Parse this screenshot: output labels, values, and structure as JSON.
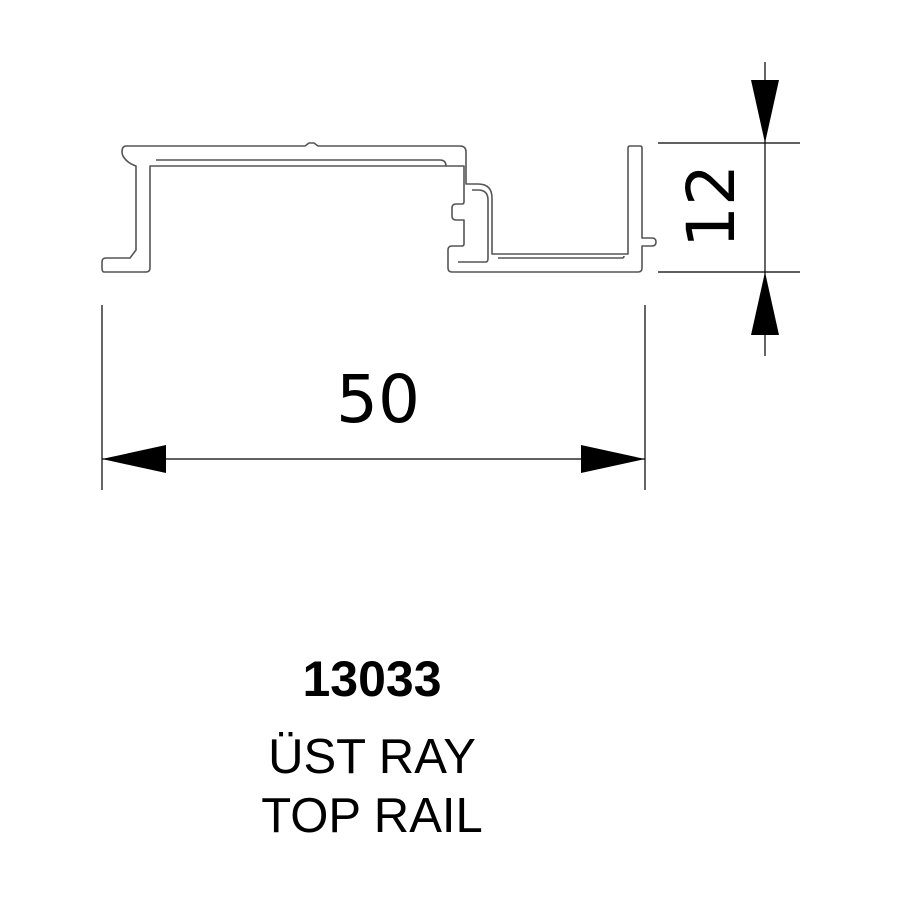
{
  "dimensions": {
    "width": "50",
    "height": "12"
  },
  "product": {
    "code": "13033",
    "name_tr": "ÜST RAY",
    "name_en": "TOP RAIL"
  },
  "colors": {
    "stroke": "#000000",
    "profile_outline": "#555555",
    "background": "#ffffff"
  }
}
